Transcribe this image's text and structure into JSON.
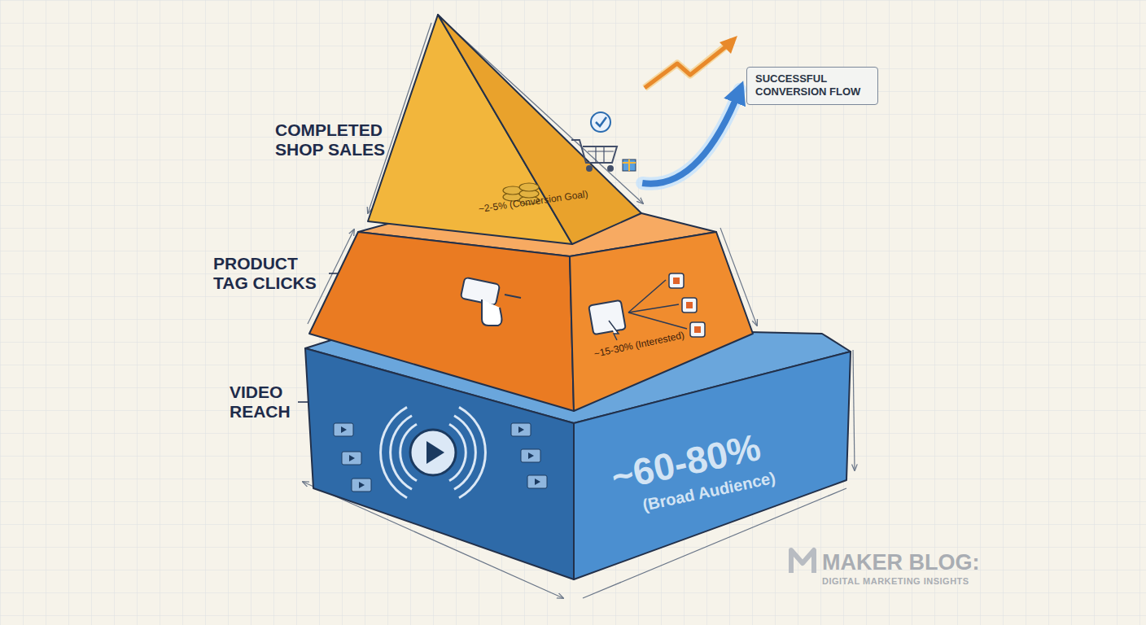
{
  "diagram": {
    "nodes": [
      {
        "text": [
          "~2-5% (Conversion Goal)"
        ]
      },
      {
        "text": [
          "~15-30% (Interested)"
        ]
      },
      {
        "text": [
          "~60-80%",
          "(Broad Audience)"
        ]
      },
      {
        "text": [
          "SUCCESSFUL CONVERSION FLOW"
        ]
      }
    ],
    "edges": [
      {
        "from": 0,
        "to": 1,
        "arrow": "to"
      },
      {
        "from": 1,
        "to": 2,
        "arrow": "to"
      },
      {
        "from": 0,
        "to": 3,
        "arrow": "to"
      }
    ],
    "labels": [
      "COMPLETED SHOP SALES",
      "PRODUCT TAG CLICKS",
      "VIDEO REACH",
      "MAKER BLOG:",
      "DIGITAL MARKETING INSIGHTS"
    ]
  }
}
